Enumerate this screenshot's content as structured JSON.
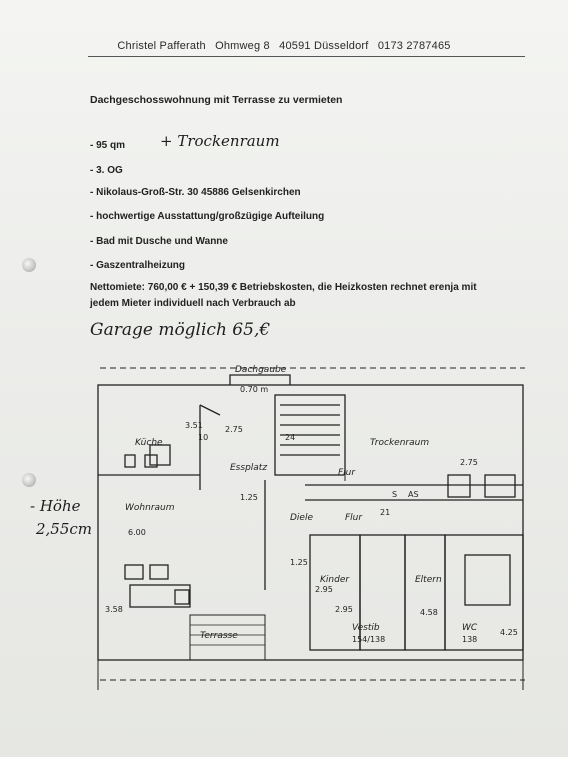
{
  "header": {
    "name": "Christel Pafferath",
    "street": "Ohmweg 8",
    "city": "40591 Düsseldorf",
    "phone": "0173 2787465"
  },
  "title": "Dachgeschosswohnung mit Terrasse zu vermieten",
  "items": [
    "- 95 qm",
    "- 3. OG",
    "- Nikolaus-Groß-Str. 30  45886 Gelsenkirchen",
    "- hochwertige Ausstattung/großzügige Aufteilung",
    "- Bad mit Dusche und Wanne",
    "- Gaszentralheizung"
  ],
  "rent_line1": "Nettomiete:  760,00 € + 150,39 € Betriebskosten, die Heizkosten rechnet erenja mit",
  "rent_line2": "jedem Mieter individuell nach Verbrauch ab",
  "handwritten": {
    "trockenraum": "+ Trockenraum",
    "garage": "Garage möglich 65,€",
    "hoehe_label": "- Höhe",
    "hoehe_value": "2,55cm"
  },
  "plan": {
    "labels": {
      "dachgaube": "Dachgaube",
      "dachgaube_dim": "0.70 m",
      "kueche": "Küche",
      "essplatz": "Essplatz",
      "wohnraum": "Wohnraum",
      "trockenraum": "Trockenraum",
      "flur": "Flur",
      "diele": "Diele",
      "kinder": "Kinder",
      "eltern": "Eltern",
      "vestib": "Vestib",
      "wc": "WC",
      "terrasse": "Terrasse",
      "flur2": "Flur"
    },
    "dims": {
      "d1": "3.51",
      "d2": "2.95",
      "d3": "2.75",
      "d4": "1.25",
      "d5": "6.00",
      "d6": "3.58",
      "d7": "2.95",
      "d8": "4.58",
      "d9": "4.25",
      "d10": "10",
      "d11": "2.75",
      "d12": "1.25",
      "d13": "154/138",
      "d14": "138",
      "d15": "24",
      "d16": "21",
      "d17": "S",
      "d18": "AS"
    }
  }
}
